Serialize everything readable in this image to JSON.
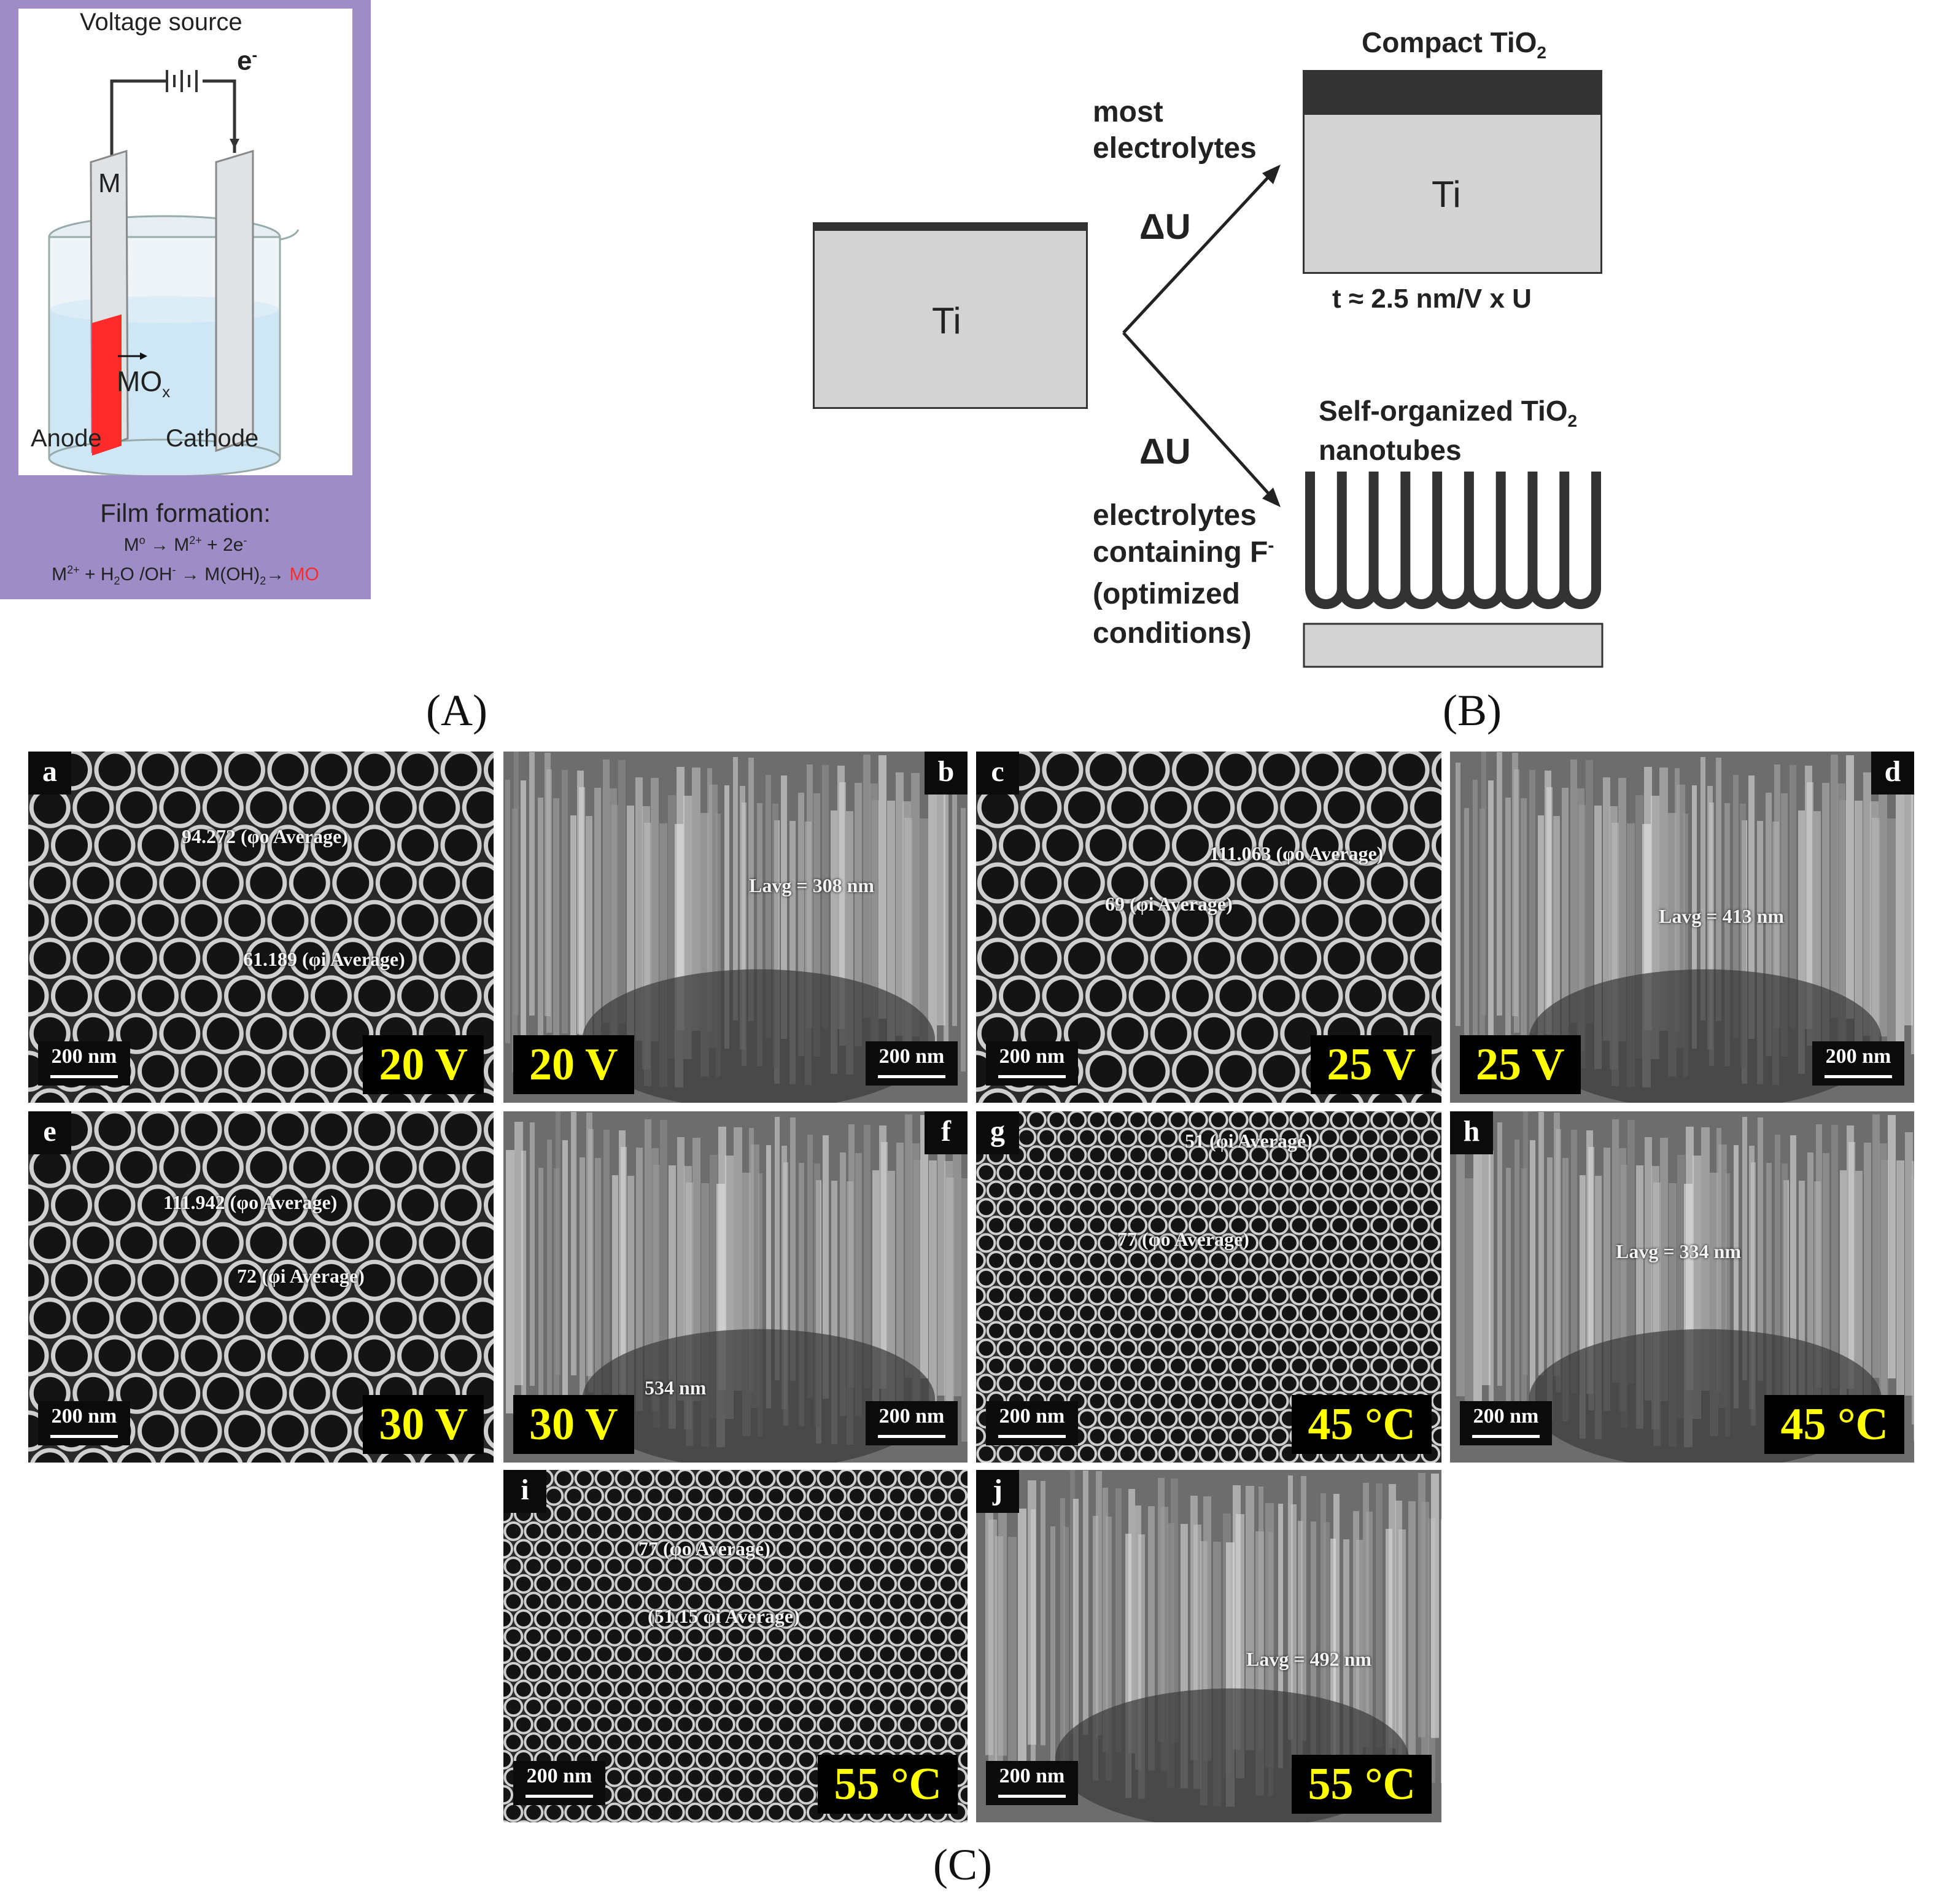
{
  "panel_a": {
    "voltage_source": "Voltage source",
    "electron": "e",
    "electron_sup": "-",
    "metal": "M",
    "oxide": "MO",
    "oxide_sub": "x",
    "anode": "Anode",
    "cathode": "Cathode",
    "film_formation": "Film formation:",
    "eq1_a": "M",
    "eq1_a_sup": "o",
    "eq1_b": " → M",
    "eq1_b_sup": "2+",
    "eq1_c": " + 2e",
    "eq1_c_sup": "-",
    "eq2_a": "M",
    "eq2_a_sup": "2+",
    "eq2_b": " + H",
    "eq2_b_sub": "2",
    "eq2_c": "O /OH",
    "eq2_c_sup": "-",
    "eq2_d": " → M(OH)",
    "eq2_d_sub": "2",
    "eq2_e": "→ ",
    "eq2_red": "MO",
    "colors": {
      "frame": "#9d8cc6",
      "anode": "#ff2a2a",
      "electrolyte": "#cfe6f5"
    }
  },
  "panel_b": {
    "ti": "Ti",
    "compact": "Compact TiO",
    "compact_sub": "2",
    "most": "most",
    "electrolytes": "electrolytes",
    "delta_u": "ΔU",
    "ti_right": "Ti",
    "thickness": "t ≈ 2.5 nm/V x U",
    "self_org": "Self-organized TiO",
    "self_org_sub": "2",
    "nanotubes": "nanotubes",
    "elec_f_1": "electrolytes",
    "elec_f_2": "containing F",
    "elec_f_2_sup": "-",
    "elec_f_3": "(optimized",
    "elec_f_4": "conditions)"
  },
  "captions": {
    "a": "(A)",
    "b": "(B)",
    "c": "(C)"
  },
  "tiles": [
    {
      "letter": "a",
      "badge": "20 V",
      "scale": "200 nm",
      "ann": [
        "94.272 (φo Average)",
        "61.189 (φi Average)"
      ]
    },
    {
      "letter": "b",
      "badge": "20 V",
      "scale": "200 nm",
      "ann": [
        "Lavg = 308 nm"
      ]
    },
    {
      "letter": "c",
      "badge": "25 V",
      "scale": "200 nm",
      "ann": [
        "111.063 (φo Average)",
        "69 (φi Average)"
      ]
    },
    {
      "letter": "d",
      "badge": "25 V",
      "scale": "200 nm",
      "ann": [
        "Lavg = 413 nm"
      ]
    },
    {
      "letter": "e",
      "badge": "30 V",
      "scale": "200 nm",
      "ann": [
        "111.942 (φo Average)",
        "72 (φi Average)"
      ]
    },
    {
      "letter": "f",
      "badge": "30 V",
      "scale": "200 nm",
      "ann": [
        "534 nm"
      ]
    },
    {
      "letter": "g",
      "badge": "45 °C",
      "scale": "200 nm",
      "ann": [
        "51 (φi Average)",
        "77 (φo Average)"
      ]
    },
    {
      "letter": "h",
      "badge": "45 °C",
      "scale": "200 nm",
      "ann": [
        "Lavg = 334 nm"
      ]
    },
    {
      "letter": "i",
      "badge": "55 °C",
      "scale": "200 nm",
      "ann": [
        "77 (φo Average)",
        "(51.15 φi Average)"
      ]
    },
    {
      "letter": "j",
      "badge": "55 °C",
      "scale": "200 nm",
      "ann": [
        "Lavg = 492 nm"
      ]
    }
  ]
}
